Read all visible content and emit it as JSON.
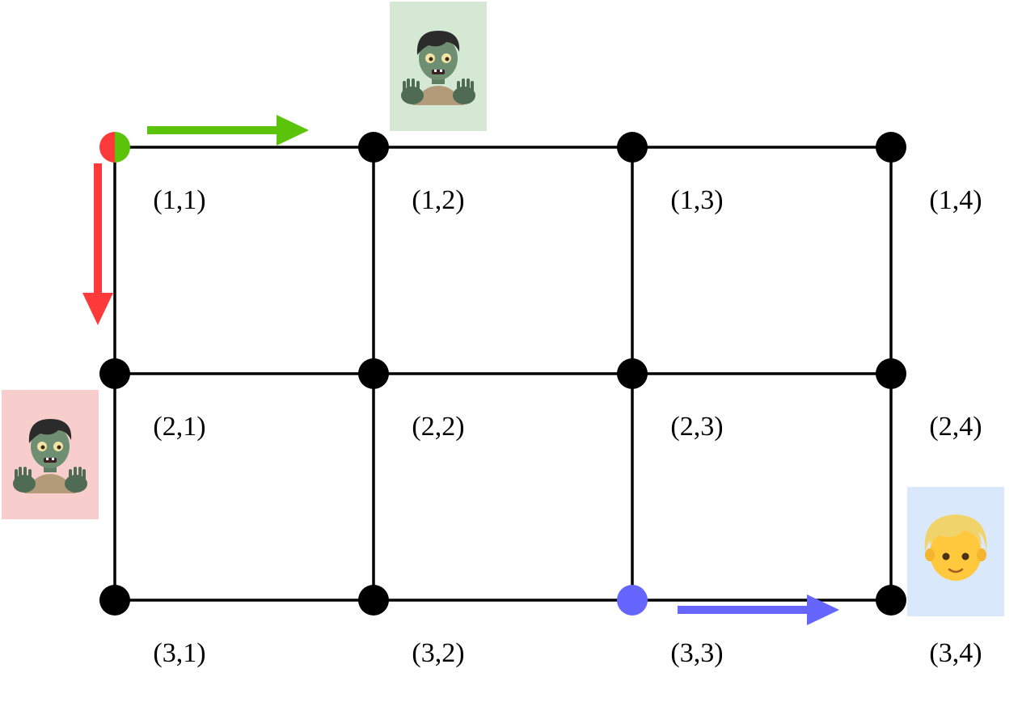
{
  "grid": {
    "rows": 3,
    "cols": 4,
    "labels": [
      [
        "(1,1)",
        "(1,2)",
        "(1,3)",
        "(1,4)"
      ],
      [
        "(2,1)",
        "(2,2)",
        "(2,3)",
        "(2,4)"
      ],
      [
        "(3,1)",
        "(3,2)",
        "(3,3)",
        "(3,4)"
      ]
    ]
  },
  "colors": {
    "edge": "#000000",
    "node": "#000000",
    "red": "#fc3a3a",
    "green": "#5ac30a",
    "blue": "#6666ff",
    "zombie_green_bg": "#d5e8d4",
    "zombie_red_bg": "#f8cecc",
    "person_blue_bg": "#dae8fc"
  },
  "special_nodes": {
    "start": {
      "row": 1,
      "col": 1,
      "colors": [
        "red",
        "green"
      ]
    },
    "highlight": {
      "row": 3,
      "col": 3,
      "color": "blue"
    }
  },
  "characters": [
    {
      "kind": "zombie-icon",
      "near": "(1,2)",
      "background": "zombie_green_bg"
    },
    {
      "kind": "zombie-icon",
      "near": "(2,1)",
      "background": "zombie_red_bg"
    },
    {
      "kind": "person-icon",
      "near": "(3,4)",
      "background": "person_blue_bg"
    }
  ],
  "arrows": [
    {
      "color": "green",
      "direction": "right",
      "from": "(1,1)"
    },
    {
      "color": "red",
      "direction": "down",
      "from": "(1,1)"
    },
    {
      "color": "blue",
      "direction": "right",
      "from": "(3,3)"
    }
  ]
}
